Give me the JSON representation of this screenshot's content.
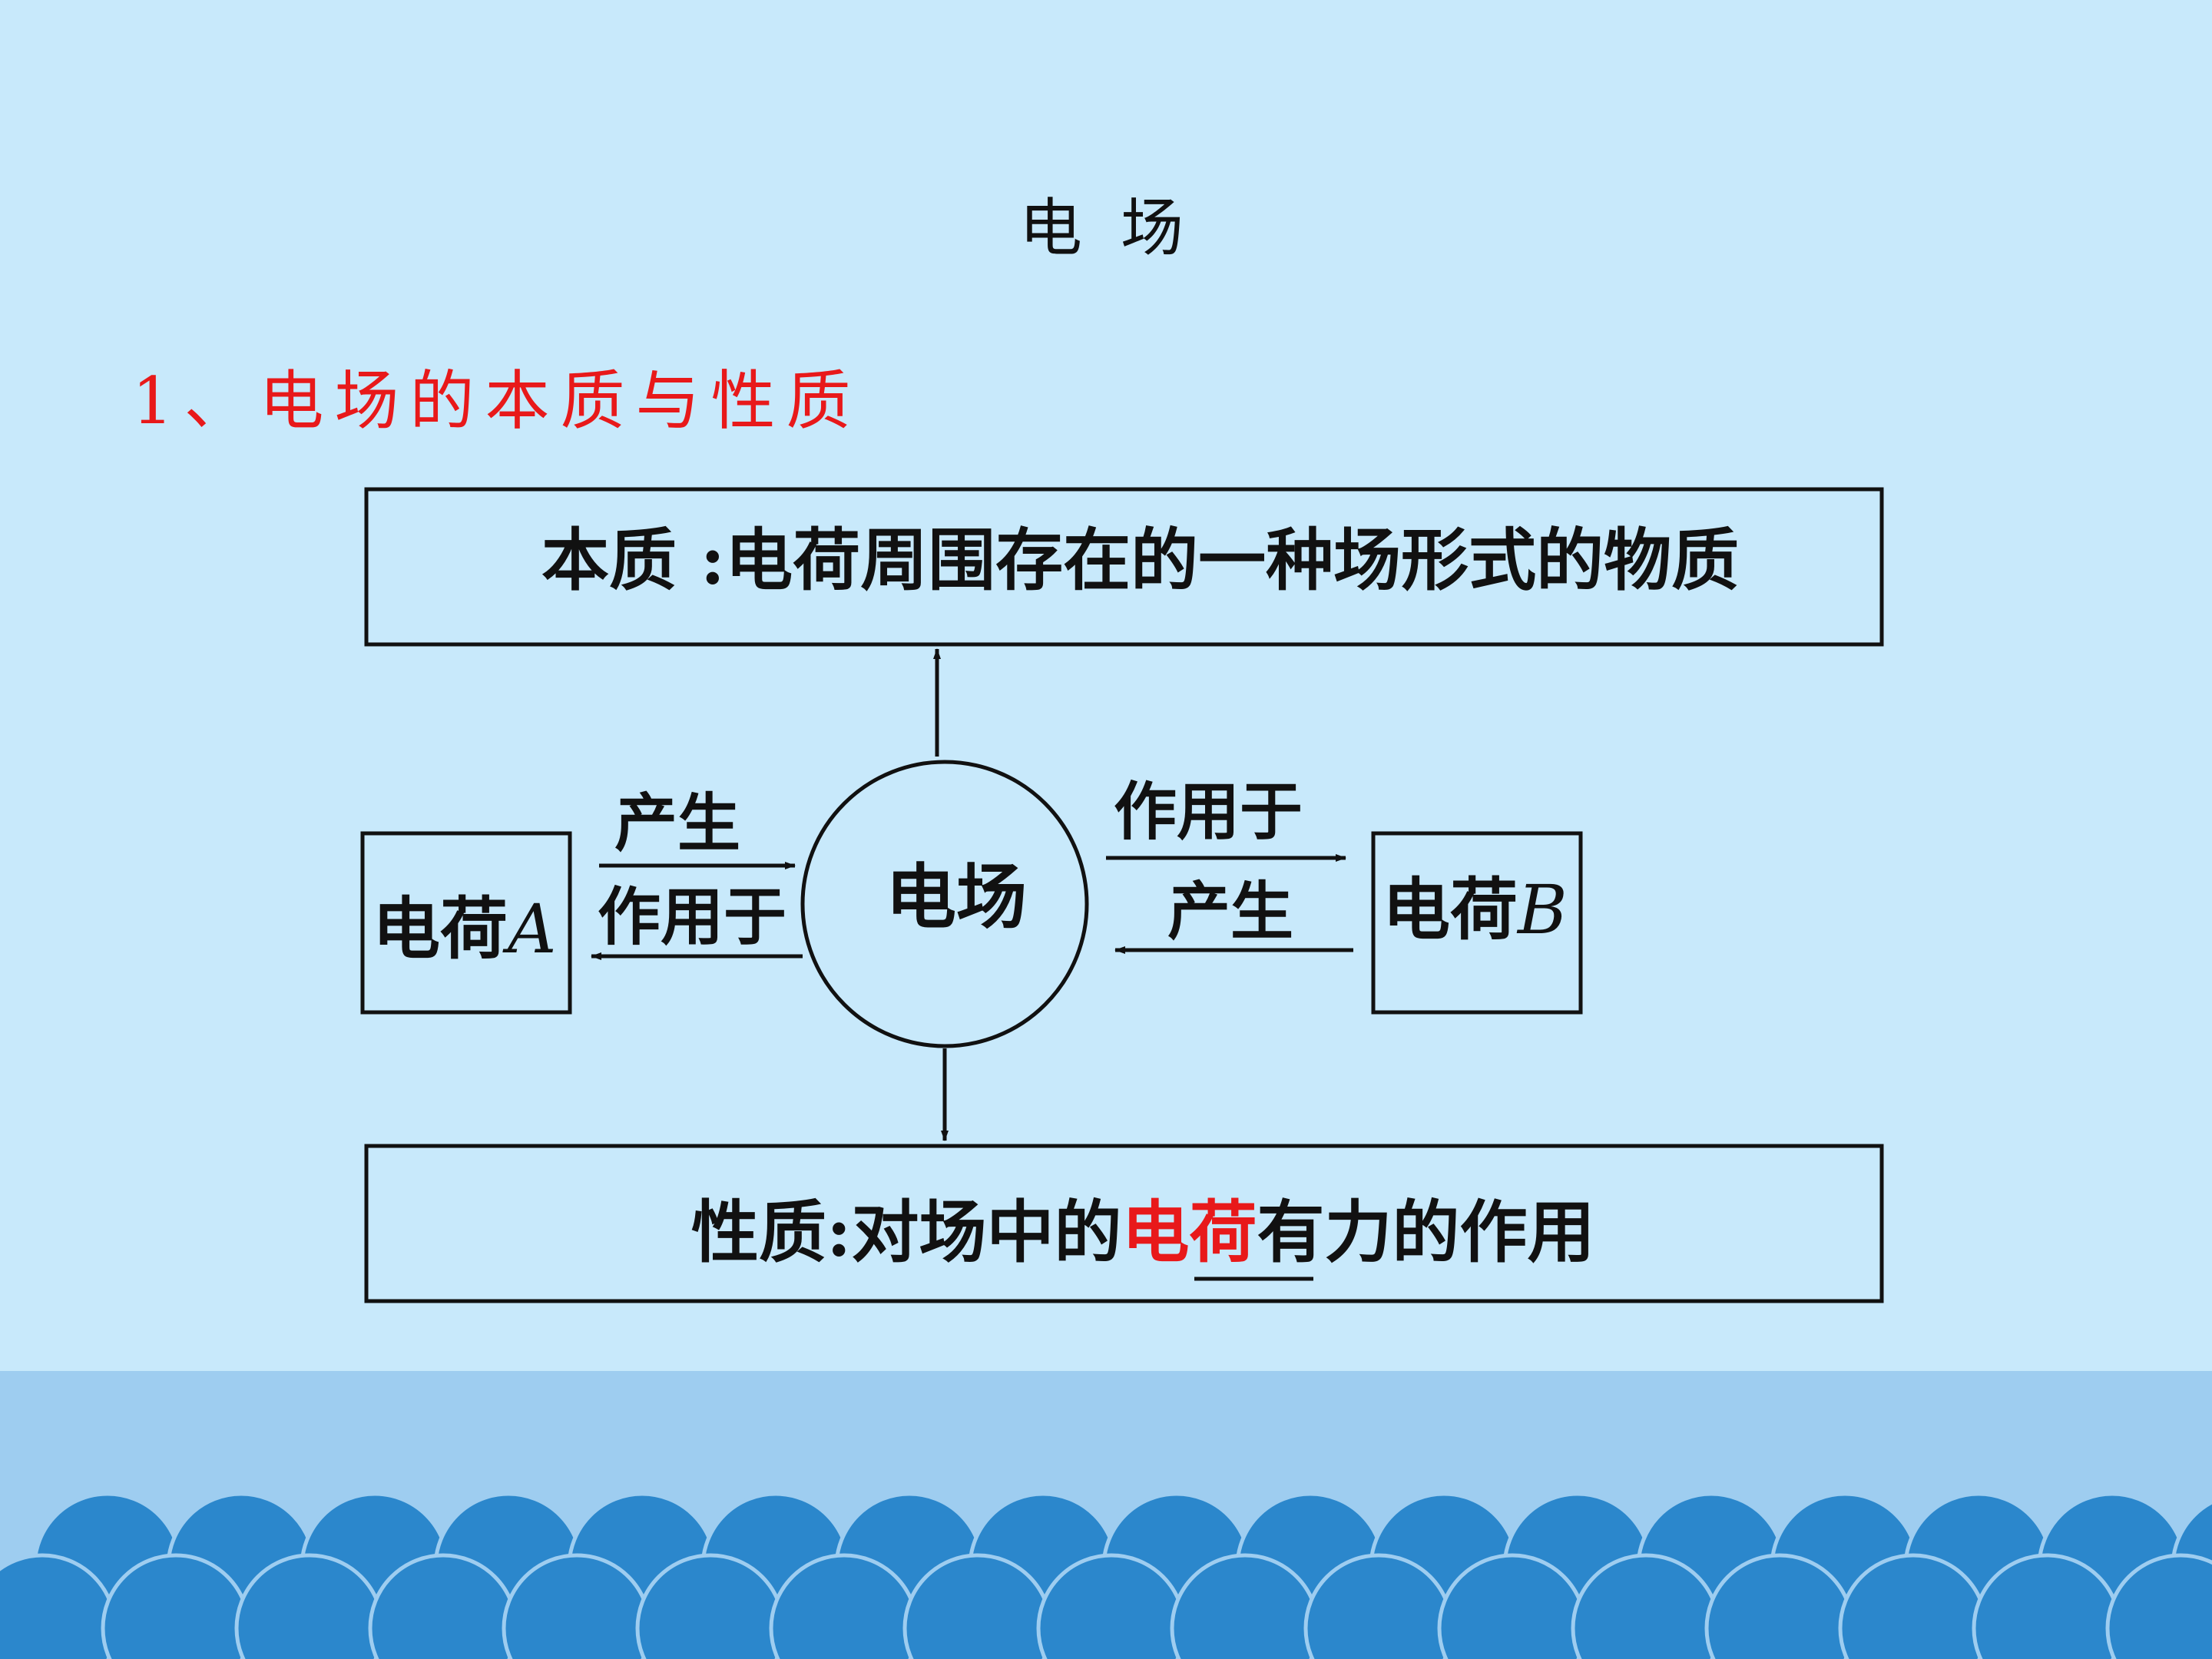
{
  "slide": {
    "title": "电 场",
    "section_heading": "1、电场的本质与性质"
  },
  "diagram": {
    "essence_box": "本质 :电荷周围存在的一种场形式的物质",
    "property_box": {
      "prefix": "性质:对场中的",
      "highlight": "电荷",
      "suffix": "有力的作用"
    },
    "center_node": "电场",
    "left_node": {
      "label": "电荷",
      "letter": "A"
    },
    "right_node": {
      "label": "电荷",
      "letter": "B"
    },
    "left_arrow_top_label": "产生",
    "left_arrow_bottom_label": "作用于",
    "right_arrow_top_label": "作用于",
    "right_arrow_bottom_label": "产生"
  },
  "colors": {
    "background": "#c8e9fb",
    "heading_red": "#e8191a",
    "footer_band": "#9ecdf0",
    "wave_dark": "#2b87cc"
  }
}
